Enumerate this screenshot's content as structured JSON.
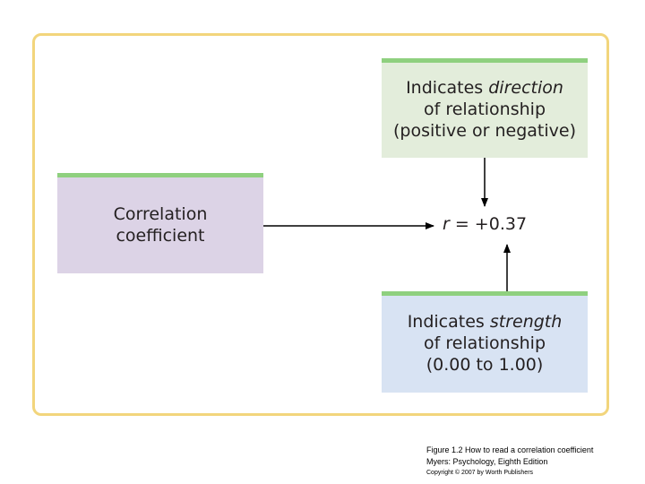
{
  "diagram": {
    "direction_box": {
      "line1_plain": "Indicates ",
      "line1_italic": "direction",
      "line2": "of relationship",
      "line3": "(positive or negative)"
    },
    "correlation_box": {
      "line1": "Correlation",
      "line2": "coefficient"
    },
    "strength_box": {
      "line1_plain": "Indicates ",
      "line1_italic": "strength",
      "line2": "of relationship",
      "line3": "(0.00 to 1.00)"
    },
    "r_value": {
      "symbol": "r",
      "value": " = +0.37"
    }
  },
  "caption": {
    "line1": "Figure 1.2  How to read a correlation coefficient",
    "line2": "Myers: Psychology, Eighth Edition",
    "line3": "Copyright © 2007 by Worth Publishers"
  },
  "colors": {
    "frame_border": "#f2d57c",
    "box_top_bar": "#8fd07f",
    "direction_fill": "#e3eddb",
    "correlation_fill": "#dcd3e6",
    "strength_fill": "#d8e3f3"
  }
}
